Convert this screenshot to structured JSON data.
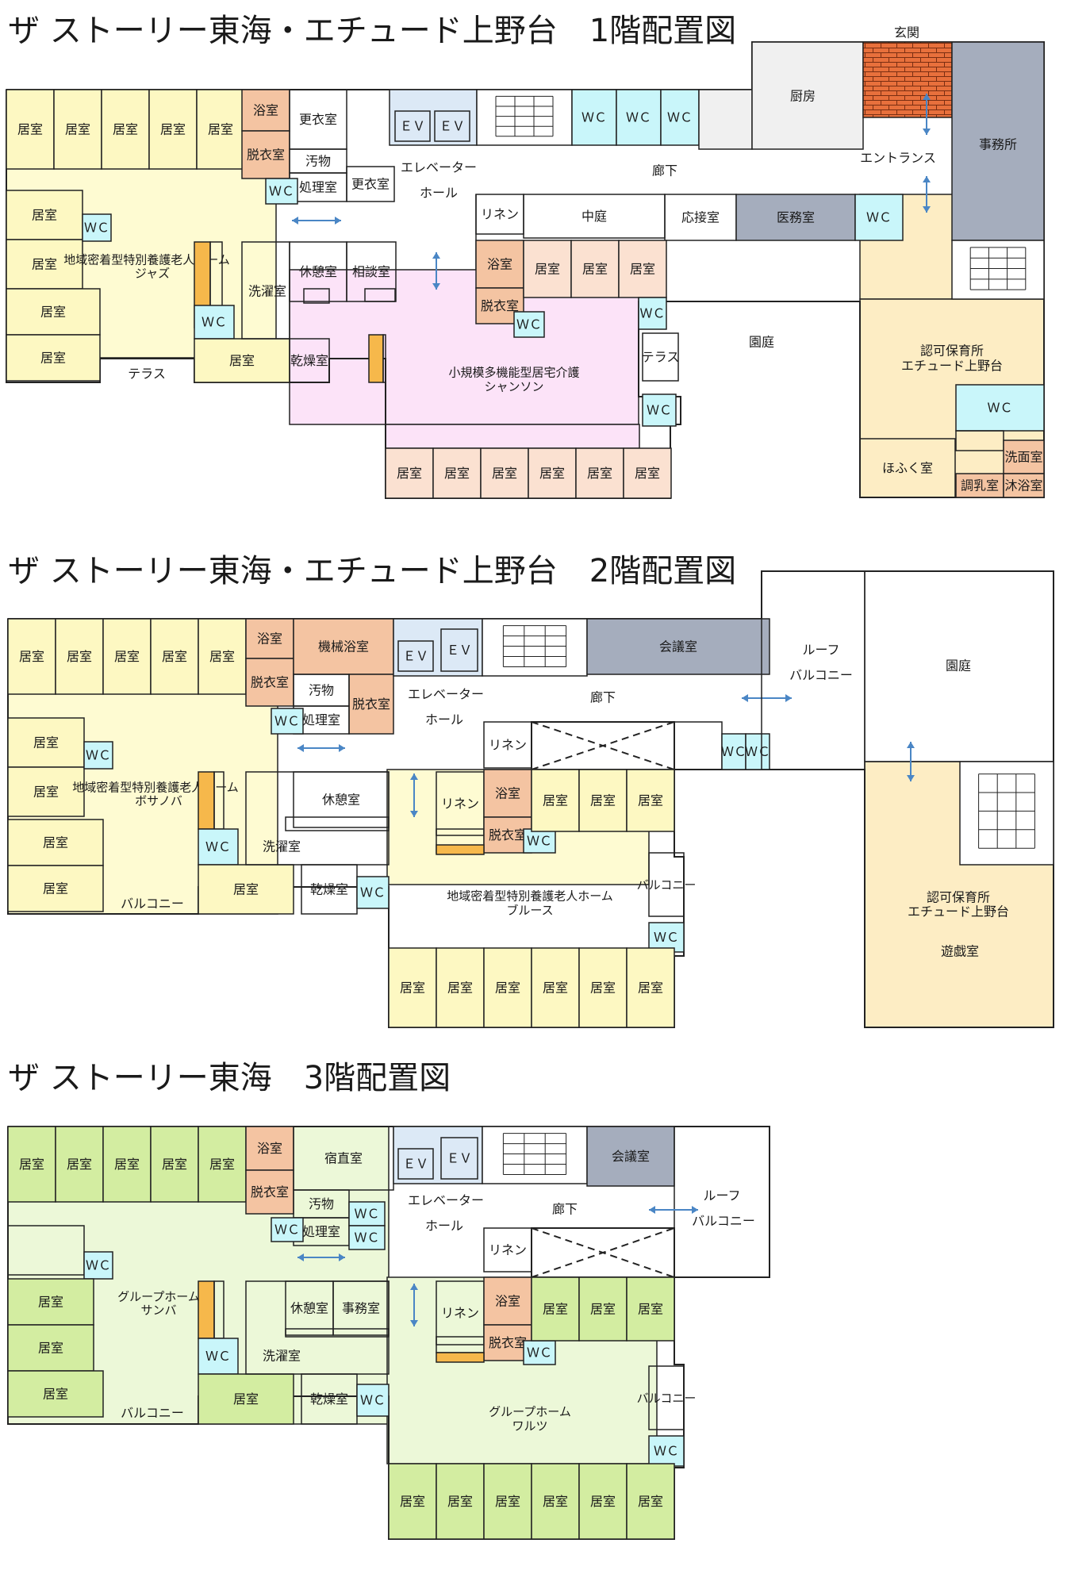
{
  "colors": {
    "resident_yellow": "#fefbd2",
    "room_yellow": "#fdf8c2",
    "room_peach": "#fbe1d1",
    "bath": "#f4c4a2",
    "wc": "#c9f6fa",
    "shanson": "#fce3f8",
    "gray": "#a5adbd",
    "light_gray": "#f0f0f0",
    "nursery": "#fdedc4",
    "green_room": "#d3eda1",
    "green_area": "#ecf8d8",
    "brick": "#e8703c",
    "orange": "#f6b84b",
    "ev_blue": "#dce9f6",
    "arrow": "#4a86c5"
  },
  "labels": {
    "room": "居室",
    "wc": "ＷＣ",
    "ev": "ＥＶ",
    "bath": "浴室",
    "dress": "脱衣室",
    "linen": "リネン",
    "corridor": "廊下",
    "dirty": "汚物",
    "processing": "処理室",
    "ev_hall_1": "エレベーター",
    "ev_hall_2": "ホール",
    "lounge": "休憩室",
    "laundry": "洗濯室",
    "dry": "乾燥室",
    "terrace": "テラス",
    "balcony": "バルコニー",
    "meeting": "会議室",
    "roof_1": "ルーフ",
    "roof_2": "バルコニー",
    "garden": "園庭",
    "nursery_1": "認可保育所",
    "nursery_2": "エチュード上野台",
    "tokuyo": "地域密着型特別養護老人ホーム",
    "gh": "グループホーム"
  },
  "floor1": {
    "title": "ザ ストーリー東海・エチュード上野台　1階配置図",
    "locker": "更衣室",
    "consult": "相談室",
    "courtyard": "中庭",
    "reception": "応接室",
    "medical": "医務室",
    "kitchen": "厨房",
    "entrance_hall": "玄関",
    "entrance": "エントランス",
    "office": "事務所",
    "unit_jazz": "ジャズ",
    "shokibo": "小規模多機能型居宅介護",
    "chanson": "シャンソン",
    "nap_room": "ほふく室",
    "wash": "洗面室",
    "formula": "調乳室",
    "shower": "沐浴室"
  },
  "floor2": {
    "title": "ザ ストーリー東海・エチュード上野台　2階配置図",
    "machine_bath": "機械浴室",
    "unit_bossa": "ボサノバ",
    "unit_blues": "ブルース",
    "play_room": "遊戯室"
  },
  "floor3": {
    "title": "ザ ストーリー東海　3階配置図",
    "night_duty": "宿直室",
    "office": "事務室",
    "unit_samba": "サンバ",
    "unit_waltz": "ワルツ"
  }
}
